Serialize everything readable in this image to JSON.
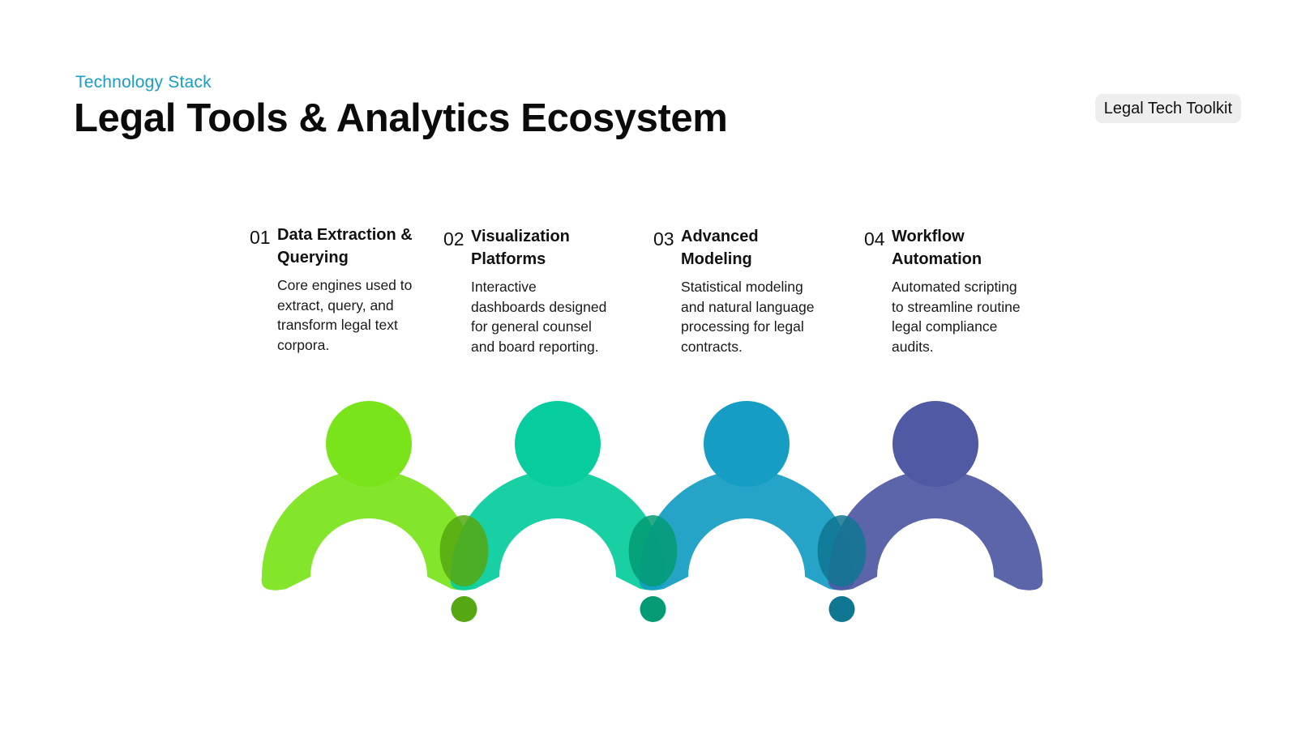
{
  "header": {
    "eyebrow": "Technology Stack",
    "title": "Legal Tools & Analytics Ecosystem",
    "badge": "Legal Tech Toolkit"
  },
  "steps": [
    {
      "number": "01",
      "title": "Data Extraction & Querying",
      "description": "Core engines used to extract, query, and transform legal text corpora.",
      "color": "#7ae41a"
    },
    {
      "number": "02",
      "title": "Visualization Platforms",
      "description": "Interactive dashboards designed for general counsel and board reporting.",
      "color": "#07cc9d"
    },
    {
      "number": "03",
      "title": "Advanced Modeling",
      "description": "Statistical modeling and natural language processing for legal contracts.",
      "color": "#159dc4"
    },
    {
      "number": "04",
      "title": "Workflow Automation",
      "description": "Automated scripting to streamline routine legal compliance audits.",
      "color": "#5059a4"
    }
  ],
  "connectors": [
    {
      "color": "#56a812"
    },
    {
      "color": "#049b74"
    },
    {
      "color": "#0f7792"
    }
  ]
}
